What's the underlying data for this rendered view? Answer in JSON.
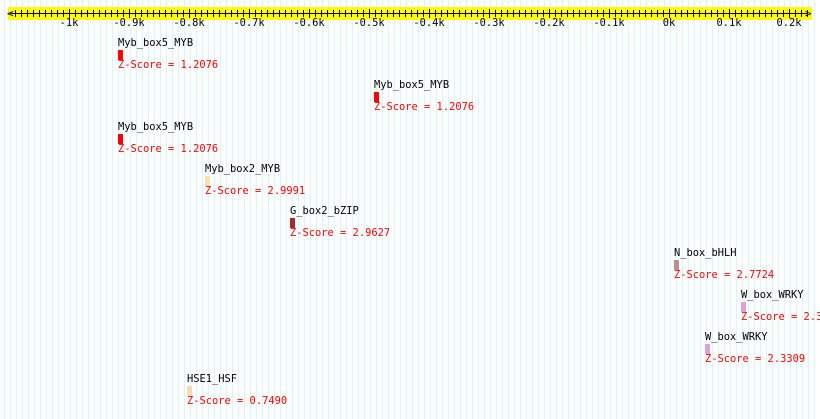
{
  "axis": {
    "unit": "k",
    "range_bp": [
      -1100,
      240
    ],
    "major_step_bp": 100,
    "minor_step_bp": 10,
    "tick_labels": [
      "-1k",
      "-0.9k",
      "-0.8k",
      "-0.7k",
      "-0.6k",
      "-0.5k",
      "-0.4k",
      "-0.3k",
      "-0.2k",
      "-0.1k",
      "0k",
      "0.1k",
      "0.2k"
    ],
    "tick_values_bp": [
      -1000,
      -900,
      -800,
      -700,
      -600,
      -500,
      -400,
      -300,
      -200,
      -100,
      0,
      100,
      200
    ],
    "bar_color": "#ffff00"
  },
  "score_prefix": "Z-Score = ",
  "features": [
    {
      "name": "Myb_box5_MYB",
      "position_bp": -918,
      "score": "Z-Score = 1.2076",
      "color": "#ff0000"
    },
    {
      "name": "Myb_box5_MYB",
      "position_bp": -492,
      "score": "Z-Score = 1.2076",
      "color": "#ff0000"
    },
    {
      "name": "Myb_box5_MYB",
      "position_bp": -918,
      "score": "Z-Score = 1.2076",
      "color": "#ff0000"
    },
    {
      "name": "Myb_box2_MYB",
      "position_bp": -773,
      "score": "Z-Score = 2.9991",
      "color": "#ffdfb0"
    },
    {
      "name": "G_box2_bZIP",
      "position_bp": -632,
      "score": "Z-Score = 2.9627",
      "color": "#a52a2a"
    },
    {
      "name": "N_box_bHLH",
      "position_bp": 8,
      "score": "Z-Score = 2.7724",
      "color": "#bc8f8f"
    },
    {
      "name": "W_box_WRKY",
      "position_bp": 120,
      "score": "Z-Score = 2.3",
      "color": "#dda0dd"
    },
    {
      "name": "W_box_WRKY",
      "position_bp": 60,
      "score": "Z-Score = 2.3309",
      "color": "#dda0dd"
    },
    {
      "name": "HSE1_HSF",
      "position_bp": -803,
      "score": "Z-Score = 0.7490",
      "color": "#f5deb3"
    }
  ]
}
